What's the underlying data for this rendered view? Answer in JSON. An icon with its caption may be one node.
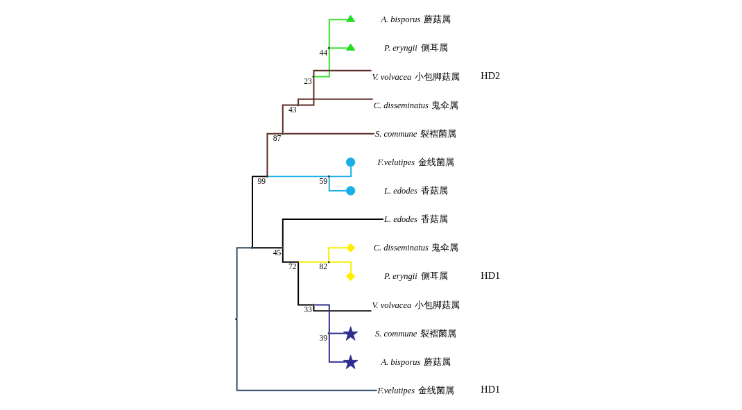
{
  "diagram": {
    "nodes": [
      {
        "text": [],
        "shape": "point"
      },
      {
        "text": [],
        "shape": "point"
      },
      {
        "text": [
          "99"
        ]
      },
      {
        "text": [
          "87"
        ]
      },
      {
        "text": [
          "43"
        ]
      },
      {
        "text": [
          "23"
        ]
      },
      {
        "text": [
          "44"
        ]
      },
      {
        "text": [],
        "shape": "triangle"
      },
      {
        "text": [
          "*A. bisporus* 蘑菇属"
        ]
      },
      {
        "text": [],
        "shape": "triangle"
      },
      {
        "text": [
          "*P. eryngii* 侧耳属"
        ]
      },
      {
        "text": [
          "*V. volvacea* 小包脚菇属"
        ]
      },
      {
        "text": [
          "*C. disseminatus* 鬼伞属"
        ]
      },
      {
        "text": [
          "*S. commune* 裂褶菌属"
        ]
      },
      {
        "text": [
          "59"
        ]
      },
      {
        "text": [],
        "shape": "circle"
      },
      {
        "text": [
          "*F.velutipes* 金线菌属"
        ]
      },
      {
        "text": [],
        "shape": "circle"
      },
      {
        "text": [
          "*L. edodes* 香菇属"
        ]
      },
      {
        "text": [
          "45"
        ]
      },
      {
        "text": [
          "*L. edodes* 香菇属"
        ]
      },
      {
        "text": [
          "72"
        ]
      },
      {
        "text": [
          "82"
        ]
      },
      {
        "text": [],
        "shape": "diamond"
      },
      {
        "text": [
          "*C. disseminatus* 鬼伞属"
        ]
      },
      {
        "text": [],
        "shape": "diamond"
      },
      {
        "text": [
          "*P. eryngii* 侧耳属"
        ]
      },
      {
        "text": [
          "33"
        ]
      },
      {
        "text": [
          "*V. volvacea* 小包脚菇属"
        ]
      },
      {
        "text": [
          "39"
        ]
      },
      {
        "text": [],
        "shape": "star"
      },
      {
        "text": [
          "*S. commune* 裂褶菌属"
        ]
      },
      {
        "text": [],
        "shape": "star"
      },
      {
        "text": [
          "*A. bisporus* 蘑菇属"
        ]
      },
      {
        "text": [
          "*F.velutipes* 金线菌属"
        ]
      }
    ],
    "edges": [
      {
        "from": 0,
        "to": 1,
        "arrow": "none",
        "color": "#2f4a66"
      },
      {
        "from": 1,
        "to": 2,
        "arrow": "none"
      },
      {
        "from": 2,
        "to": 3,
        "arrow": "none",
        "color": "#5a2a22"
      },
      {
        "from": 3,
        "to": 4,
        "arrow": "none",
        "color": "#5a2a22"
      },
      {
        "from": 4,
        "to": 5,
        "arrow": "none",
        "color": "#5a2a22"
      },
      {
        "from": 5,
        "to": 6,
        "arrow": "none",
        "color": "#33e02a"
      },
      {
        "from": 6,
        "to": 7,
        "arrow": "none",
        "color": "#33e02a"
      },
      {
        "from": 6,
        "to": 9,
        "arrow": "none",
        "color": "#33e02a"
      },
      {
        "from": 5,
        "to": 11,
        "arrow": "none",
        "color": "#5a2a22"
      },
      {
        "from": 4,
        "to": 12,
        "arrow": "none",
        "color": "#5a2a22"
      },
      {
        "from": 3,
        "to": 13,
        "arrow": "none",
        "color": "#5a2a22"
      },
      {
        "from": 2,
        "to": 14,
        "arrow": "none",
        "color": "#1aaee6"
      },
      {
        "from": 14,
        "to": 15,
        "arrow": "none",
        "color": "#1aaee6"
      },
      {
        "from": 14,
        "to": 17,
        "arrow": "none",
        "color": "#1aaee6"
      },
      {
        "from": 1,
        "to": 19,
        "arrow": "none"
      },
      {
        "from": 19,
        "to": 20,
        "arrow": "none"
      },
      {
        "from": 19,
        "to": 21,
        "arrow": "none"
      },
      {
        "from": 21,
        "to": 22,
        "arrow": "none",
        "color": "#f5f000"
      },
      {
        "from": 22,
        "to": 23,
        "arrow": "none",
        "color": "#f5f000"
      },
      {
        "from": 22,
        "to": 25,
        "arrow": "none",
        "color": "#f5f000"
      },
      {
        "from": 21,
        "to": 27,
        "arrow": "none"
      },
      {
        "from": 27,
        "to": 28,
        "arrow": "none"
      },
      {
        "from": 27,
        "to": 29,
        "arrow": "none",
        "color": "#2d2d8f"
      },
      {
        "from": 29,
        "to": 30,
        "arrow": "none",
        "color": "#2d2d8f"
      },
      {
        "from": 29,
        "to": 32,
        "arrow": "none",
        "color": "#2d2d8f"
      },
      {
        "from": 0,
        "to": 34,
        "arrow": "none",
        "color": "#2f4a66"
      }
    ],
    "labels": [
      "HD2",
      "HD1",
      "HD1"
    ]
  }
}
